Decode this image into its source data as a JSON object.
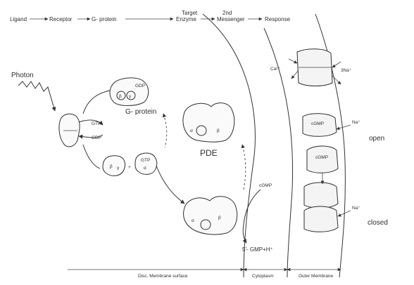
{
  "pathway": {
    "steps": [
      "Ligand",
      "Receptor",
      "G- protein",
      "Target Enzyme",
      "2nd Messenger",
      "Response"
    ]
  },
  "labels": {
    "photon": "Photon",
    "gtp": "GTP",
    "gdp": "GDP",
    "g_protein": "G- protein",
    "gdp_bound": "GDP",
    "gtp_bound": "GTP",
    "pde": "PDE",
    "cgmp": "cGMP",
    "five_gmp": "5'- GMP+H⁺",
    "ca": "Ca²⁺",
    "na_in": "3Na⁺",
    "na_open": "Na⁺",
    "na_closed": "Na⁺",
    "cgmp_channel_open": "cGMP",
    "cgmp_channel_closed": "cGMP",
    "open": "open",
    "closed": "closed",
    "alpha": "α",
    "beta": "β",
    "gamma": "γ"
  },
  "compartments": {
    "disc": "Disc. Membrane surface",
    "cytoplasm": "Cytoplasm",
    "outer": "Outer Membrane"
  },
  "colors": {
    "ink": "#2e2e2e",
    "background": "#ffffff"
  }
}
